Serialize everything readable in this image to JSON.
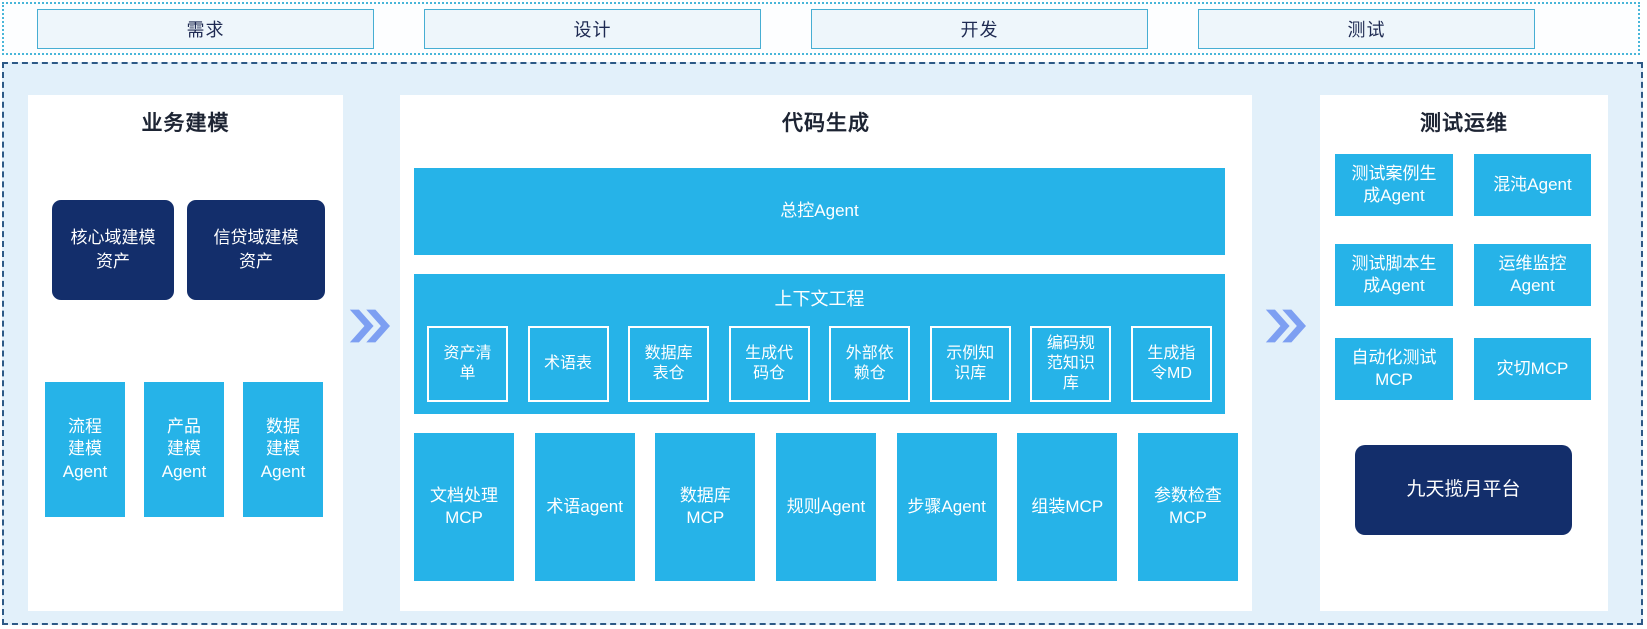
{
  "colors": {
    "cyan": "#26b3e8",
    "navy": "#132e6b",
    "panel_background": "#ffffff",
    "canvas_background": "#e2f0fa",
    "chevron": "#7d9ff2",
    "stage_border": "#47aed3",
    "stage_fill": "#eef6fb",
    "outer_dashed_border": "#2d5986",
    "top_dotted_border": "#49b6d9"
  },
  "stages": [
    "需求",
    "设计",
    "开发",
    "测试"
  ],
  "business": {
    "title": "业务建模",
    "assets": [
      "核心域建模\n资产",
      "信贷域建模\n资产"
    ],
    "agents": [
      "流程\n建模\nAgent",
      "产品\n建模\nAgent",
      "数据\n建模\nAgent"
    ]
  },
  "codegen": {
    "title": "代码生成",
    "master_agent": "总控Agent",
    "context": {
      "title": "上下文工程",
      "items": [
        "资产清\n单",
        "术语表",
        "数据库\n表仓",
        "生成代\n码仓",
        "外部依\n赖仓",
        "示例知\n识库",
        "编码规\n范知识\n库",
        "生成指\n令MD"
      ]
    },
    "tools": [
      "文档处理\nMCP",
      "术语agent",
      "数据库\nMCP",
      "规则Agent",
      "步骤Agent",
      "组装MCP",
      "参数检查\nMCP"
    ]
  },
  "testops": {
    "title": "测试运维",
    "boxes": [
      "测试案例生\n成Agent",
      "混沌Agent",
      "测试脚本生\n成Agent",
      "运维监控\nAgent",
      "自动化测试\nMCP",
      "灾切MCP"
    ],
    "platform": "九天揽月平台"
  }
}
